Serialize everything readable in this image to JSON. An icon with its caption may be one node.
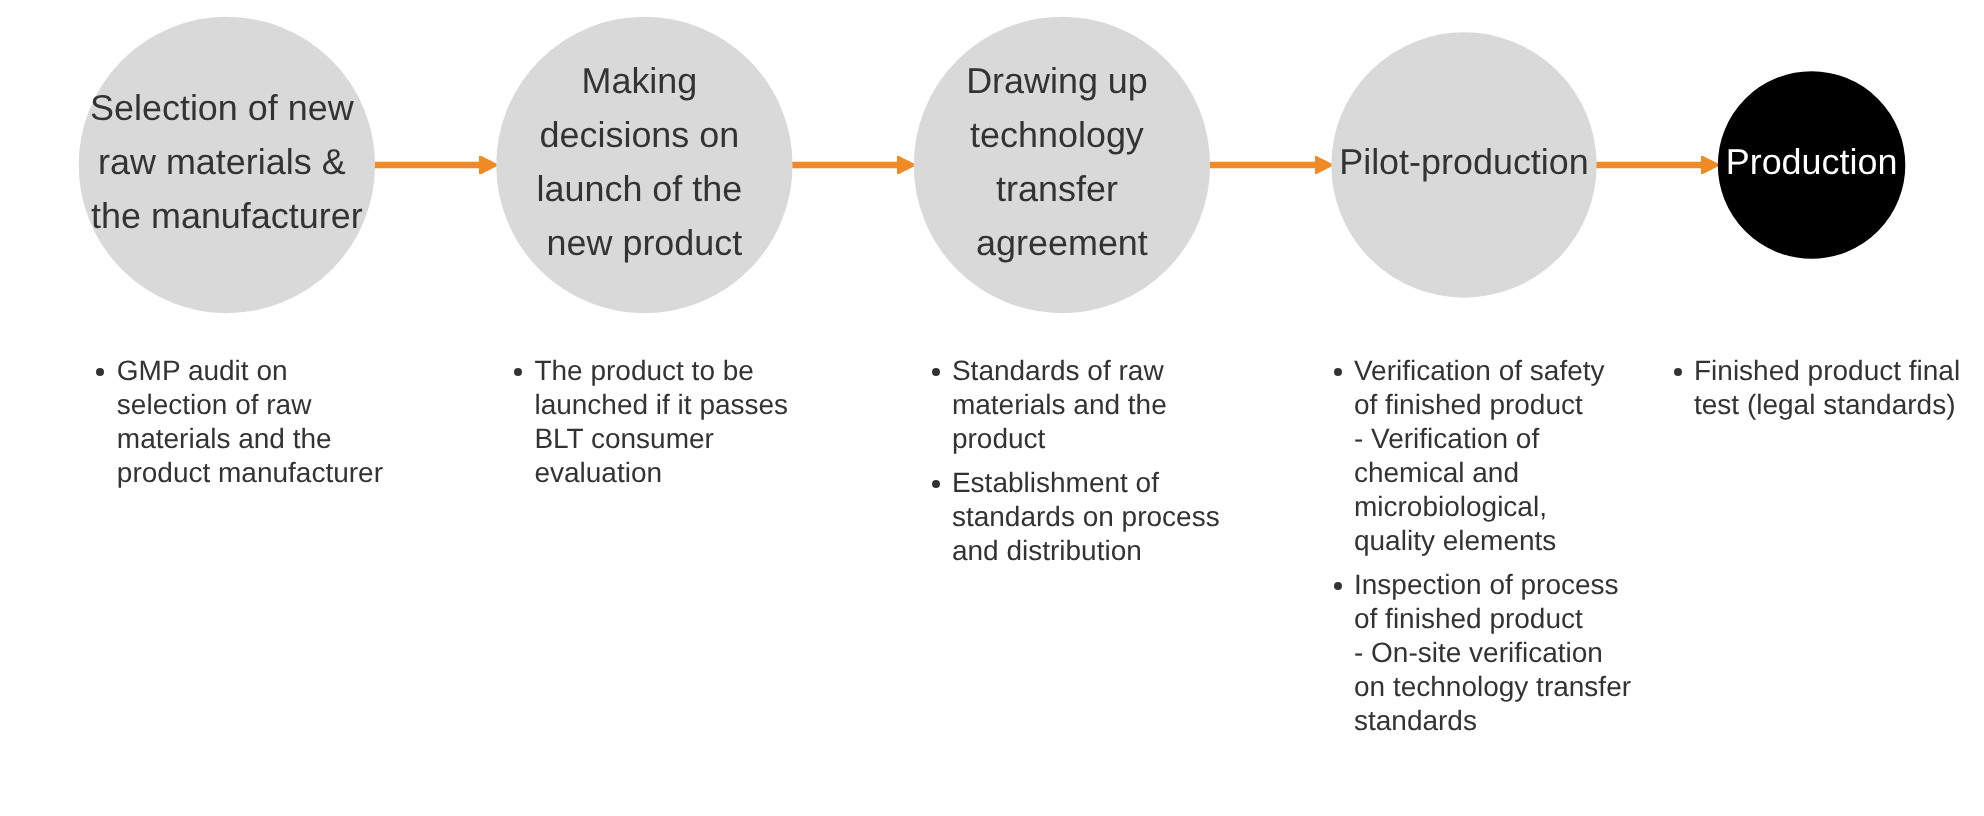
{
  "diagram": {
    "nodes": [
      {
        "text": [
          "Selection of new raw materials & the manufacturer"
        ],
        "beside": [
          "GMP audit on selection of raw materials and the product manufacturer"
        ]
      },
      {
        "text": [
          "Making decisions on launch of the new product"
        ],
        "beside": [
          "The product to be launched if it passes BLT consumer evaluation"
        ]
      },
      {
        "text": [
          "Drawing up technology transfer agreement"
        ],
        "beside": [
          "Standards of raw materials and the product",
          "Establishment of standards on process and distribution"
        ]
      },
      {
        "text": [
          "Pilot-production"
        ],
        "beside": [
          "Verification of safety of finished product",
          "- Verification of chemical and microbiological, quality elements",
          "Inspection of process of finished product",
          "- On-site verification on technology transfer standards"
        ]
      },
      {
        "text": [
          "Production"
        ],
        "beside": [
          "Finished product final test (legal standards)"
        ]
      }
    ],
    "edges": [
      {
        "from": 0,
        "to": 1,
        "arrow": "to"
      },
      {
        "from": 1,
        "to": 2,
        "arrow": "to"
      },
      {
        "from": 2,
        "to": 3,
        "arrow": "to"
      },
      {
        "from": 3,
        "to": 4,
        "arrow": "to"
      }
    ]
  }
}
